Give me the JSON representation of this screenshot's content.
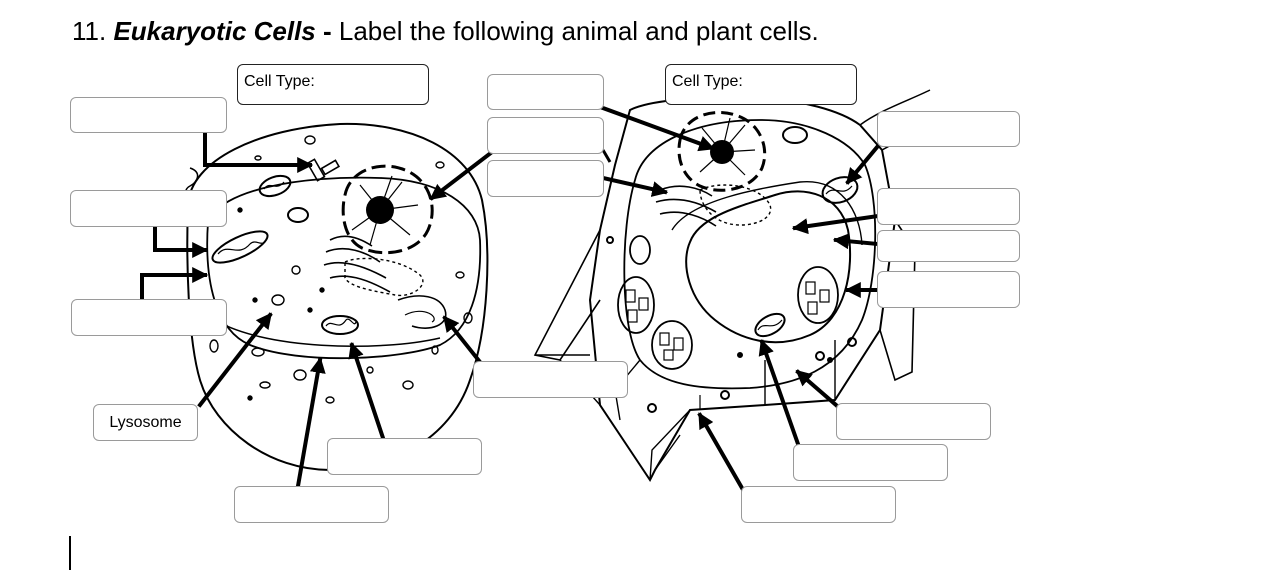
{
  "title": {
    "number": "11.",
    "topic": "Eukaryotic Cells",
    "dash": " - ",
    "instruction": "Label the following animal and plant cells."
  },
  "animal_cell": {
    "cell_type_label": "Cell Type:",
    "given_label": "Lysosome"
  },
  "plant_cell": {
    "cell_type_label": "Cell Type:"
  }
}
